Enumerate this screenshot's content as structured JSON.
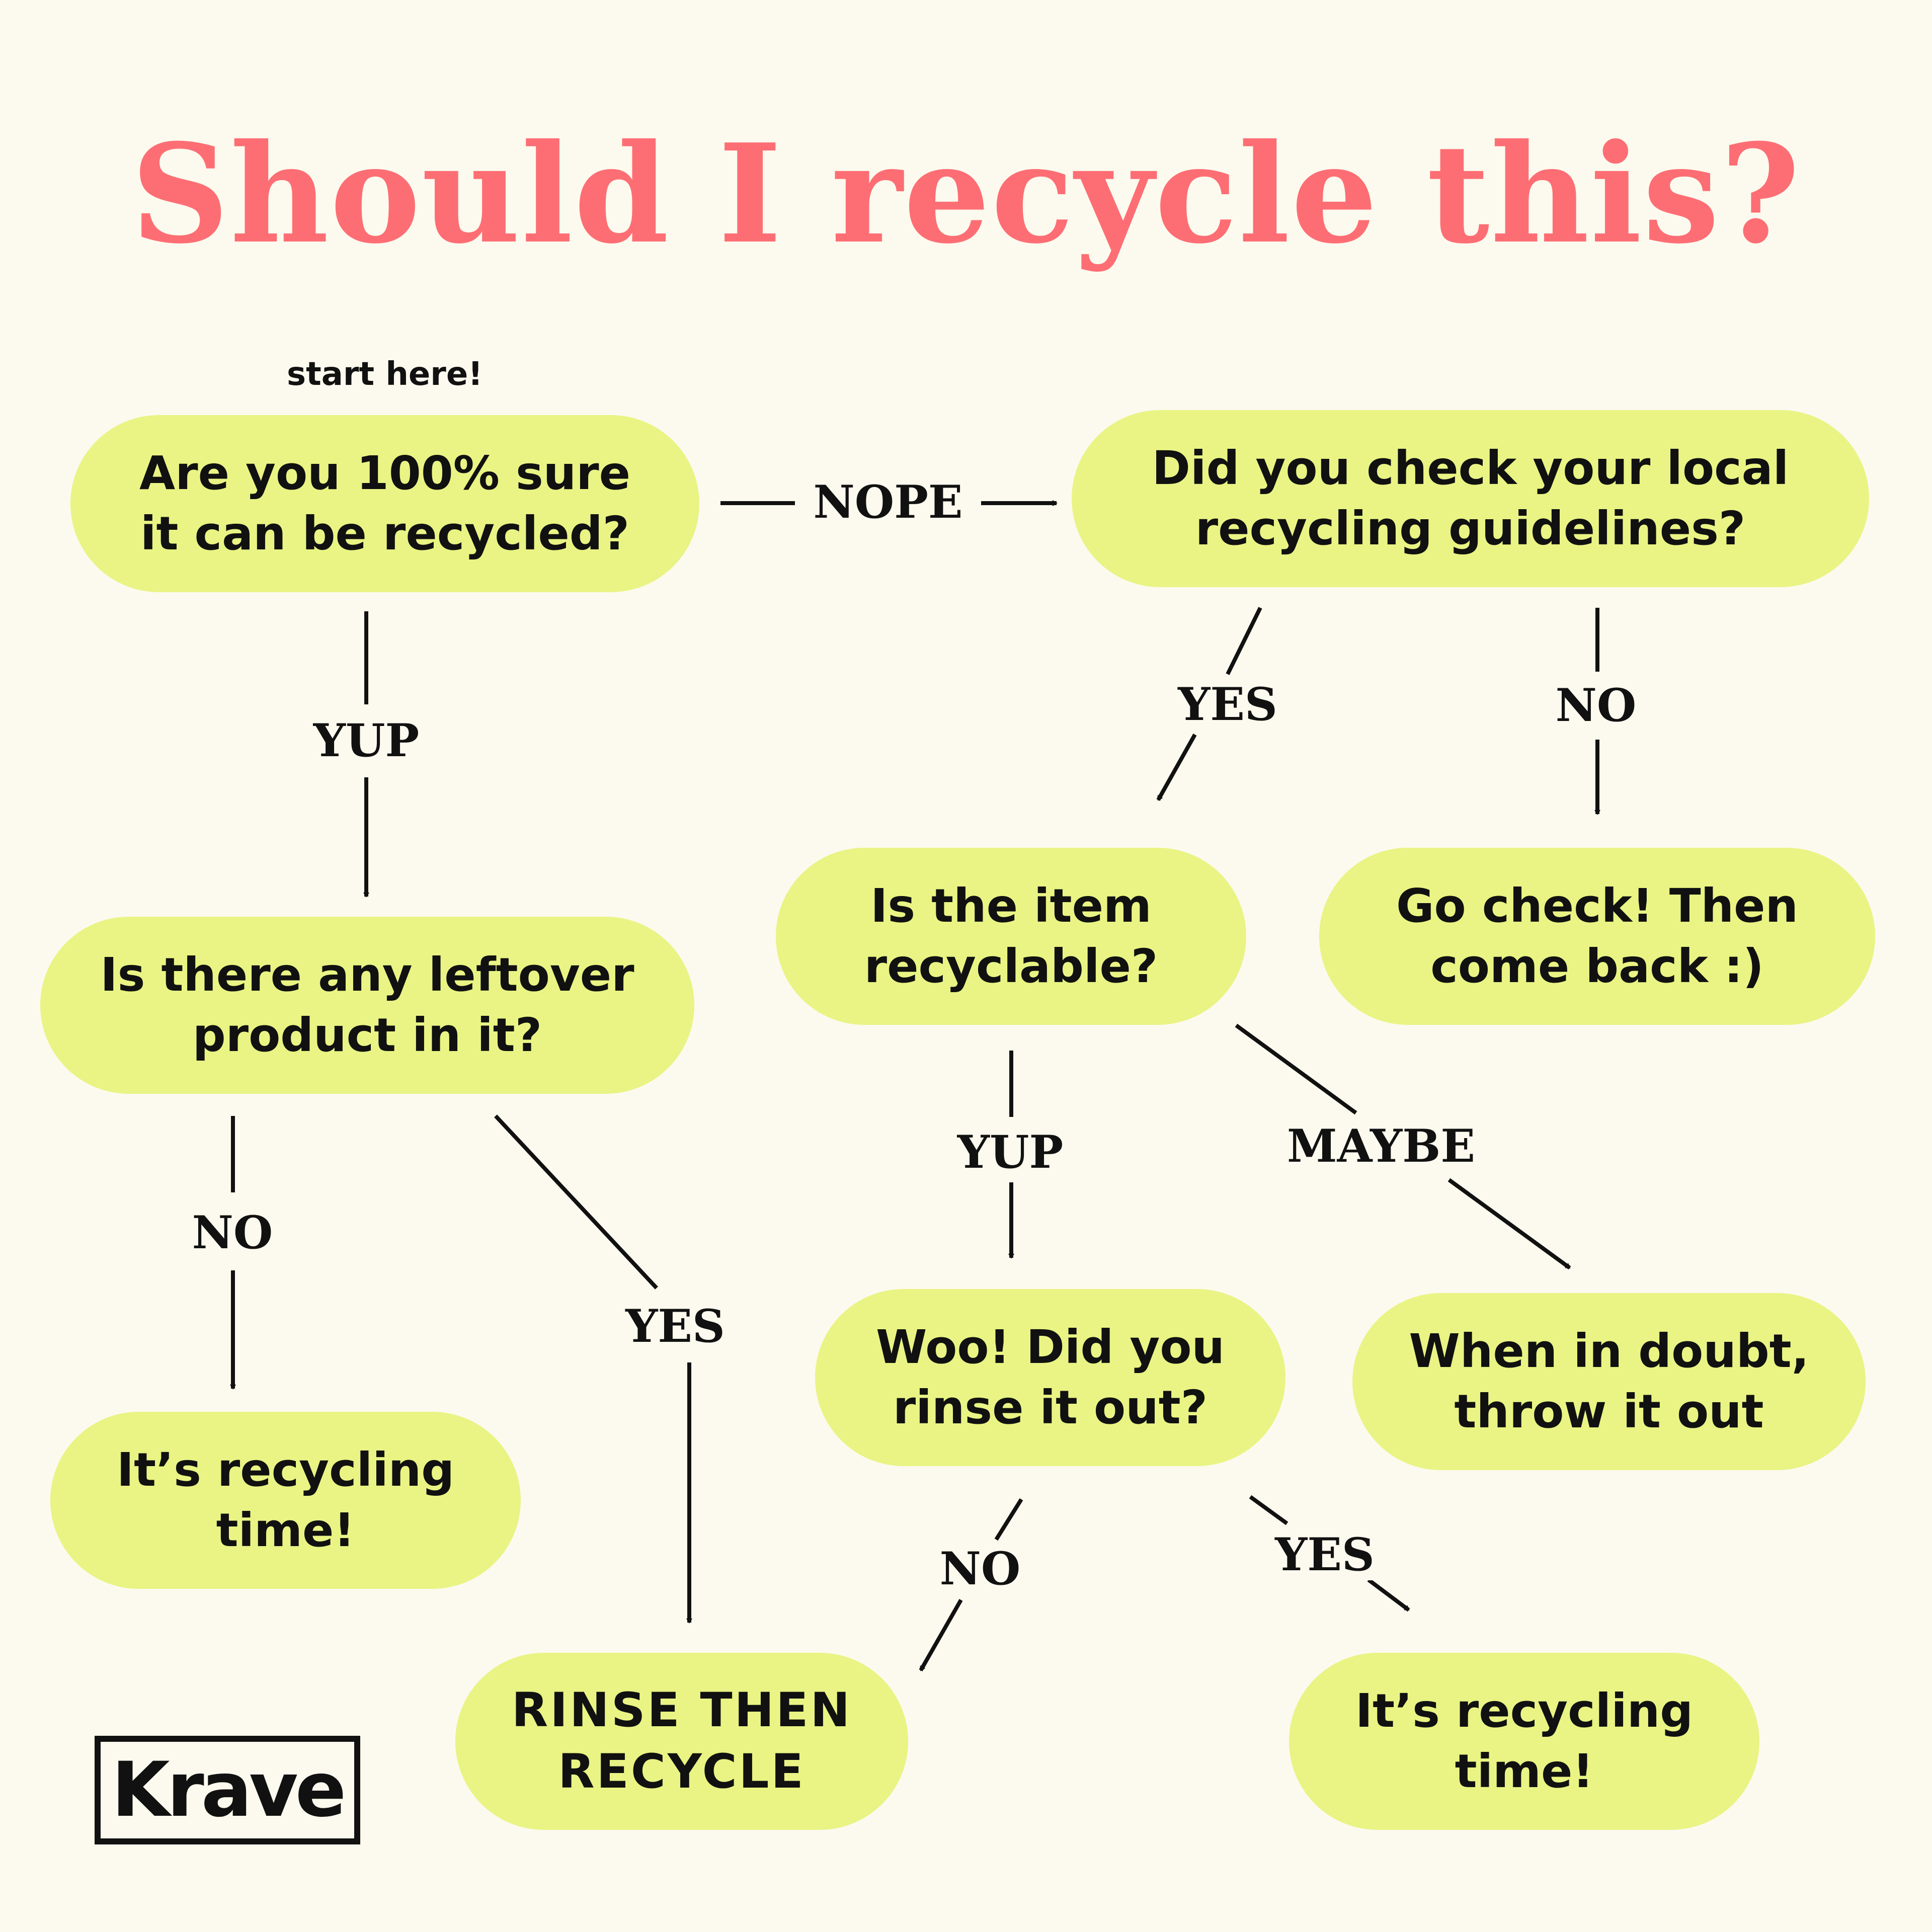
{
  "title": "Should I recycle this?",
  "start_note": "start here!",
  "nodes": {
    "sure": "Are you 100% sure\nit can be recycled?",
    "guidelines": "Did you check your local\nrecycling guidelines?",
    "leftover": "Is there any leftover\nproduct in it?",
    "item_recyclable": "Is the item\nrecyclable?",
    "go_check": "Go check! Then\ncome back :)",
    "recycling_time_1": "It’s recycling\ntime!",
    "rinse_q": "Woo! Did you\nrinse it out?",
    "doubt": "When in doubt,\nthrow it out",
    "rinse_then": "RINSE THEN\nRECYCLE",
    "recycling_time_2": "It’s recycling\ntime!"
  },
  "edges": {
    "nope": "NOPE",
    "yup_1": "YUP",
    "yes_1": "YES",
    "no_1": "NO",
    "yup_2": "YUP",
    "maybe": "MAYBE",
    "no_2": "NO",
    "yes_2": "YES",
    "no_3": "NO",
    "yes_3": "YES"
  },
  "brand": "Krave",
  "colors": {
    "background": "#fcfaee",
    "title": "#fd6e74",
    "node_fill": "#e9f484",
    "ink": "#111111"
  }
}
